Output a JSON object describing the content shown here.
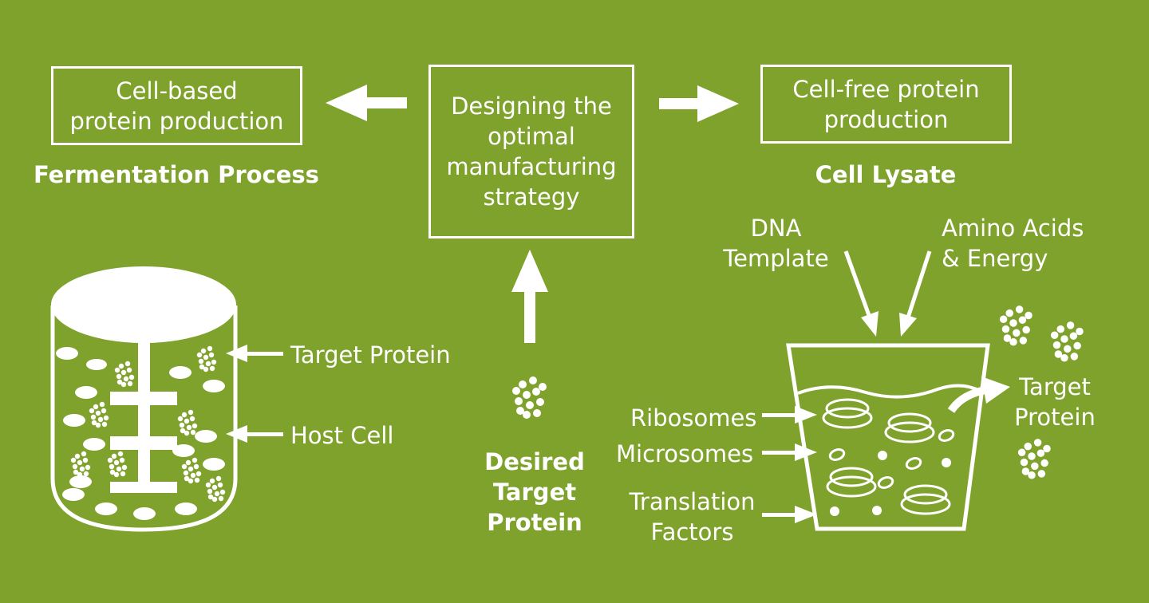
{
  "colors": {
    "background": "#7fa22c",
    "foreground": "#ffffff"
  },
  "boxes": {
    "cell_based": "Cell-based\nprotein production",
    "design": "Designing the\noptimal\nmanufacturing\nstrategy",
    "cell_free": "Cell-free protein\nproduction"
  },
  "titles": {
    "fermentation": "Fermentation Process",
    "lysate": "Cell Lysate",
    "desired": "Desired\nTarget\nProtein"
  },
  "bioreactor_labels": {
    "target_protein": "Target Protein",
    "host_cell": "Host Cell"
  },
  "cellfree_labels": {
    "dna": "DNA\nTemplate",
    "amino": "Amino Acids\n& Energy",
    "ribosomes": "Ribosomes",
    "microsomes": "Microsomes",
    "translation": "Translation\nFactors",
    "target": "Target\nProtein"
  }
}
